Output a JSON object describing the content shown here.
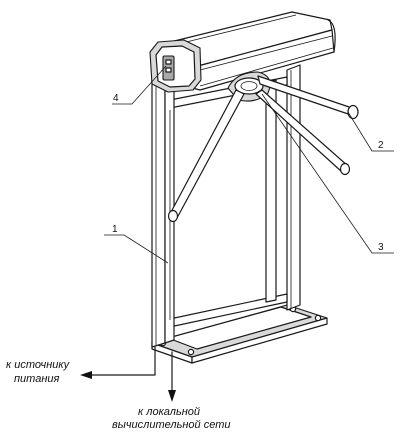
{
  "callouts": {
    "c1": "1",
    "c2": "2",
    "c3": "3",
    "c4": "4"
  },
  "captions": {
    "power_line1": "к источнику",
    "power_line2": "питания",
    "network_line1": "к локальной",
    "network_line2": "вычислительной сети"
  }
}
